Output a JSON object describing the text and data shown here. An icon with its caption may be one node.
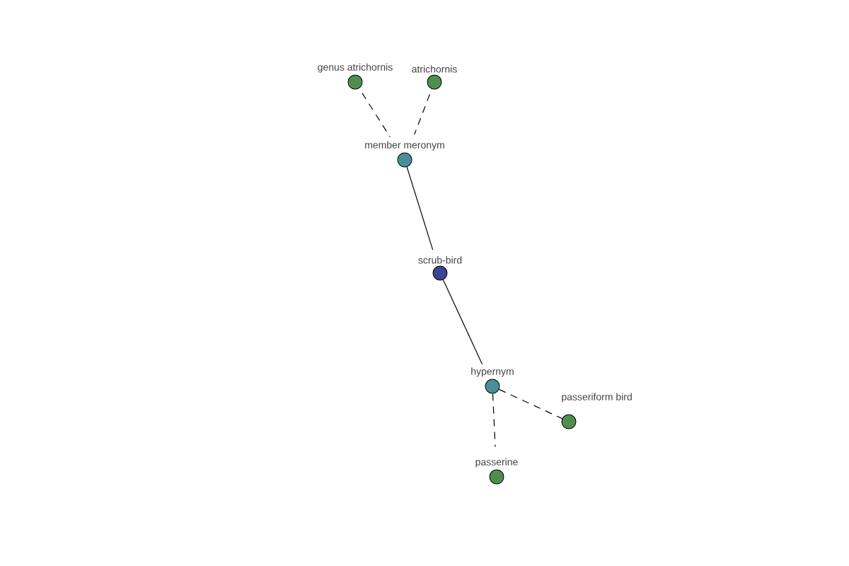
{
  "diagram": {
    "nodes": [
      {
        "text": [
          "genus atrichornis"
        ]
      },
      {
        "text": [
          "atrichornis"
        ]
      },
      {
        "text": [
          "member meronym"
        ]
      },
      {
        "text": [
          "scrub-bird"
        ]
      },
      {
        "text": [
          "hypernym"
        ]
      },
      {
        "text": [
          "passeriform bird"
        ]
      },
      {
        "text": [
          "passerine"
        ]
      }
    ],
    "edges": [
      {
        "from": 0,
        "to": 2,
        "arrow": "none",
        "style": "dashed"
      },
      {
        "from": 1,
        "to": 2,
        "arrow": "none",
        "style": "dashed"
      },
      {
        "from": 2,
        "to": 3,
        "arrow": "none"
      },
      {
        "from": 3,
        "to": 4,
        "arrow": "none"
      },
      {
        "from": 4,
        "to": 5,
        "arrow": "none",
        "style": "dashed"
      },
      {
        "from": 4,
        "to": 6,
        "arrow": "none",
        "style": "dashed"
      }
    ]
  }
}
